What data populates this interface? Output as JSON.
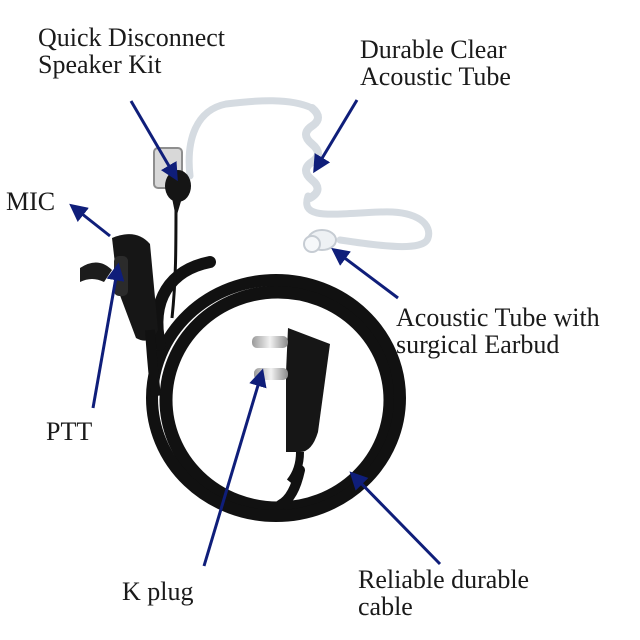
{
  "labels": {
    "quick_disconnect": "Quick Disconnect\nSpeaker Kit",
    "acoustic_tube": "Durable Clear\nAcoustic Tube",
    "mic": "MIC",
    "earbud": "Acoustic Tube with\nsurgical Earbud",
    "ptt": "PTT",
    "k_plug": "K plug",
    "cable": "Reliable durable\ncable"
  },
  "colors": {
    "arrow": "#0f1e7a",
    "cable": "#111111",
    "tube": "#e6eaee",
    "text": "#1a1a1a"
  }
}
